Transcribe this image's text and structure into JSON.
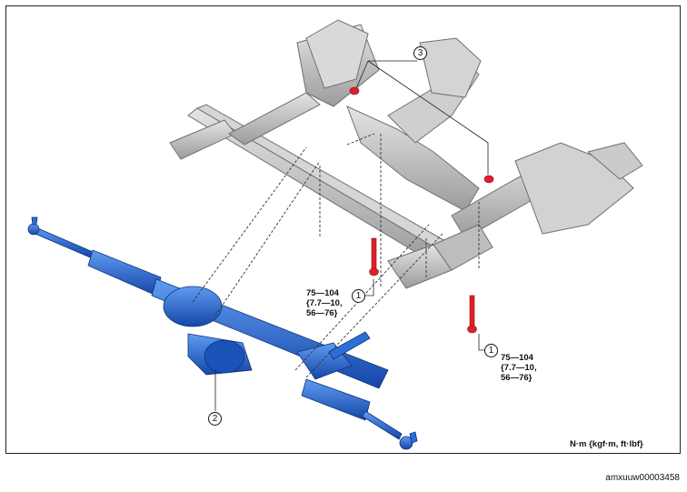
{
  "callouts": {
    "bolt_left": "1",
    "bolt_right": "1",
    "gear_unit": "2",
    "nut_crossmember": "3"
  },
  "torque_specs": {
    "left": {
      "line1": "75—104",
      "line2": "{7.7—10,",
      "line3": "56—76}"
    },
    "right": {
      "line1": "75—104",
      "line2": "{7.7—10,",
      "line3": "56—76}"
    }
  },
  "units_note": "N·m {kgf·m, ft·lbf}",
  "figure_code": "amxuuw00003458",
  "colors": {
    "frame_gray": "#c8c8c8",
    "frame_dark": "#8a8a8a",
    "steering_blue": "#2a6fd6",
    "steering_dark": "#123f95",
    "bolt_red": "#e0202a"
  }
}
